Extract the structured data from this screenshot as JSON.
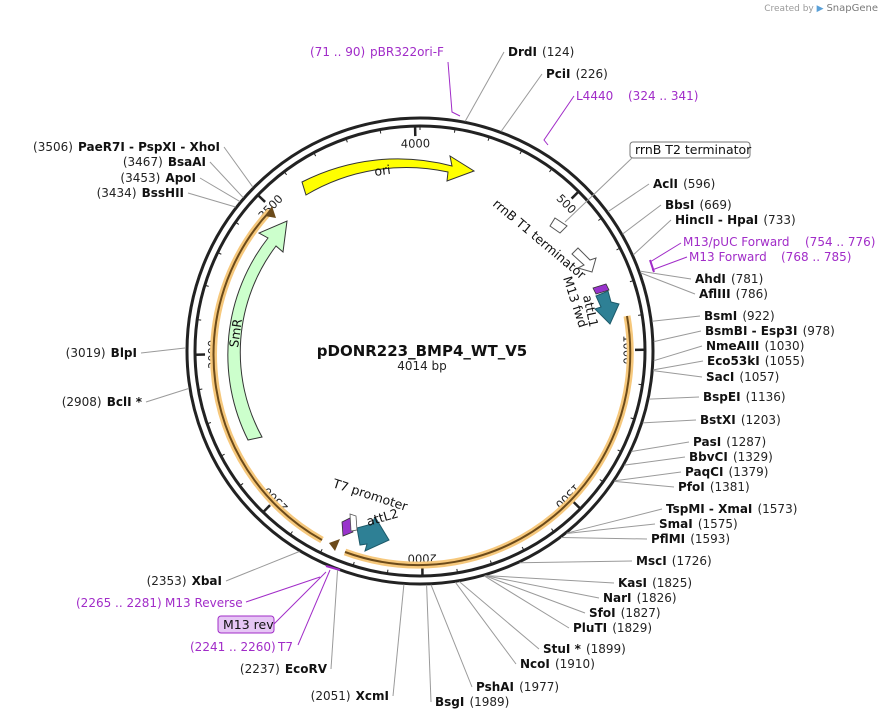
{
  "brand": {
    "created_by": "Created by",
    "name": "SnapGene"
  },
  "plasmid": {
    "name": "pDONR223_BMP4_WT_V5",
    "length_label": "4014 bp",
    "length": 4014
  },
  "ticks": [
    "500",
    "1000",
    "1500",
    "2000",
    "2500",
    "3000",
    "3500",
    "4000"
  ],
  "features": [
    {
      "label": "ori",
      "color": "#ffff00"
    },
    {
      "label": "SmR",
      "color": "#ccffcc"
    },
    {
      "label": "attL1",
      "color": "#2e8095"
    },
    {
      "label": "attL2",
      "color": "#2e8095"
    },
    {
      "label": "M13 fwd",
      "color": "#9933cc"
    },
    {
      "label": "rrnB T1 terminator",
      "color": "#ffffff"
    },
    {
      "label": "T7 promoter",
      "color": "#ffffff"
    },
    {
      "label": "rrnB T2 terminator",
      "color": "#ffffff"
    }
  ],
  "primers": [
    {
      "pos": "(71 .. 90)",
      "name": "pBR322ori-F"
    },
    {
      "name": "L4440",
      "pos": "(324 .. 341)"
    },
    {
      "name": "M13/pUC Forward",
      "pos": "(754 .. 776)"
    },
    {
      "name": "M13 Forward",
      "pos": "(768 .. 785)"
    },
    {
      "pos": "(2265 .. 2281)",
      "name": "M13 Reverse"
    },
    {
      "name": "M13 rev"
    },
    {
      "pos": "(2241 .. 2260)",
      "name": "T7"
    }
  ],
  "sites_right": [
    {
      "name": "DrdI",
      "pos": "(124)"
    },
    {
      "name": "PciI",
      "pos": "(226)"
    },
    {
      "name": "AclI",
      "pos": "(596)"
    },
    {
      "name": "BbsI",
      "pos": "(669)"
    },
    {
      "name": "HincII  -  HpaI",
      "pos": "(733)"
    },
    {
      "name": "AhdI",
      "pos": "(781)"
    },
    {
      "name": "AflIII",
      "pos": "(786)"
    },
    {
      "name": "BsmI",
      "pos": "(922)"
    },
    {
      "name": "BsmBI  -  Esp3I",
      "pos": "(978)"
    },
    {
      "name": "NmeAIII",
      "pos": "(1030)"
    },
    {
      "name": "Eco53kI",
      "pos": "(1055)"
    },
    {
      "name": "SacI",
      "pos": "(1057)"
    },
    {
      "name": "BspEI",
      "pos": "(1136)"
    },
    {
      "name": "BstXI",
      "pos": "(1203)"
    },
    {
      "name": "PasI",
      "pos": "(1287)"
    },
    {
      "name": "BbvCI",
      "pos": "(1329)"
    },
    {
      "name": "PaqCI",
      "pos": "(1379)"
    },
    {
      "name": "PfoI",
      "pos": "(1381)"
    },
    {
      "name": "TspMI  -  XmaI",
      "pos": "(1573)"
    },
    {
      "name": "SmaI",
      "pos": "(1575)"
    },
    {
      "name": "PflMI",
      "pos": "(1593)"
    },
    {
      "name": "MscI",
      "pos": "(1726)"
    },
    {
      "name": "KasI",
      "pos": "(1825)"
    },
    {
      "name": "NarI",
      "pos": "(1826)"
    },
    {
      "name": "SfoI",
      "pos": "(1827)"
    },
    {
      "name": "PluTI",
      "pos": "(1829)"
    },
    {
      "name": "StuI *",
      "pos": "(1899)"
    },
    {
      "name": "NcoI",
      "pos": "(1910)"
    },
    {
      "name": "PshAI",
      "pos": "(1977)"
    },
    {
      "name": "BsgI",
      "pos": "(1989)"
    }
  ],
  "sites_left": [
    {
      "pos": "(2051)",
      "name": "XcmI"
    },
    {
      "pos": "(2237)",
      "name": "EcoRV"
    },
    {
      "pos": "(2353)",
      "name": "XbaI"
    },
    {
      "pos": "(2908)",
      "name": "BclI *"
    },
    {
      "pos": "(3019)",
      "name": "BlpI"
    },
    {
      "pos": "(3434)",
      "name": "BssHII"
    },
    {
      "pos": "(3453)",
      "name": "ApoI"
    },
    {
      "pos": "(3467)",
      "name": "BsaAI"
    },
    {
      "pos": "(3506)",
      "name": "PaeR7I  -  PspXI  -  XhoI"
    }
  ]
}
